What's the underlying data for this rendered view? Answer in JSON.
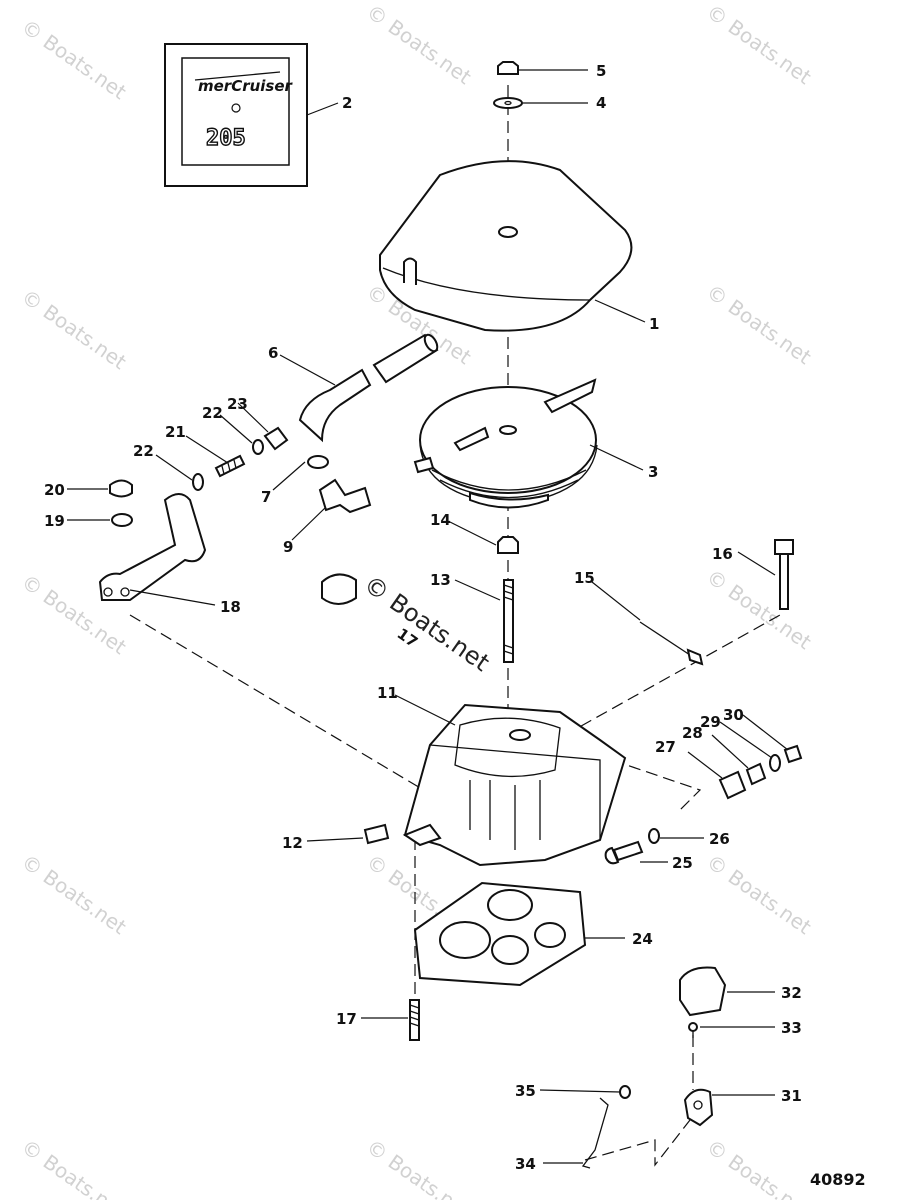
{
  "figure_number": "40892",
  "badge": {
    "brand": "merCruiser",
    "model": "205"
  },
  "watermark": {
    "text": "© Boats.net"
  },
  "callouts": {
    "c1": "1",
    "c2": "2",
    "c3": "3",
    "c4": "4",
    "c5": "5",
    "c6": "6",
    "c7": "7",
    "c9": "9",
    "c11": "11",
    "c12": "12",
    "c13": "13",
    "c14": "14",
    "c15": "15",
    "c16": "16",
    "c17a": "17",
    "c17b": "17",
    "c18": "18",
    "c19": "19",
    "c20": "20",
    "c21": "21",
    "c22a": "22",
    "c22b": "22",
    "c23": "23",
    "c24": "24",
    "c25": "25",
    "c26": "26",
    "c27": "27",
    "c28": "28",
    "c29": "29",
    "c30": "30",
    "c31": "31",
    "c32": "32",
    "c33": "33",
    "c34": "34",
    "c35": "35"
  }
}
